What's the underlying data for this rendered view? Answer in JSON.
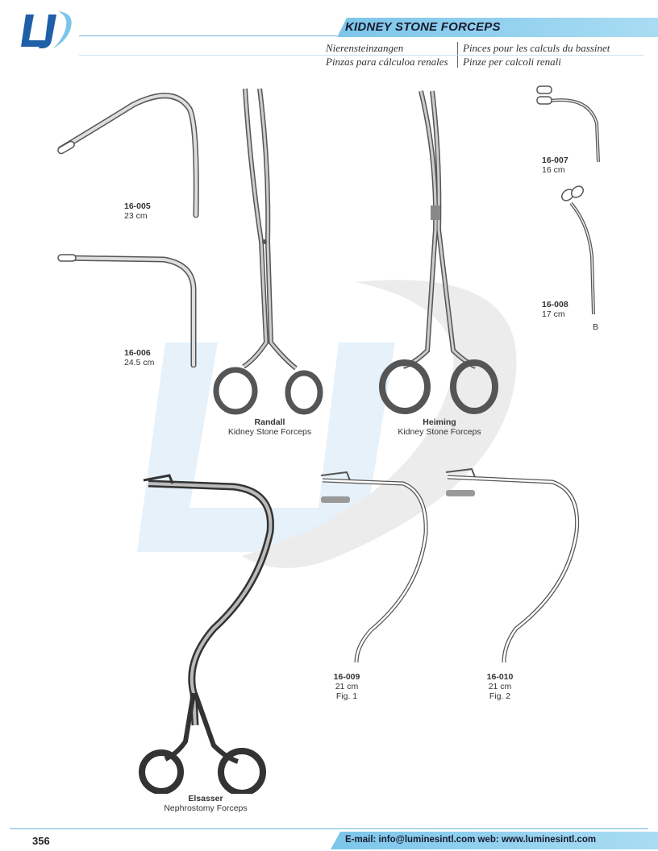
{
  "header": {
    "title": "KIDNEY STONE FORCEPS",
    "translations": {
      "german": "Nierensteinzangen",
      "french": "Pinces pour les calculs du bassinet",
      "spanish": "Pinzas para cálculoa renales",
      "italian": "Pinze per calcoli renali"
    }
  },
  "products": [
    {
      "code": "16-005",
      "size": "23 cm"
    },
    {
      "code": "16-006",
      "size": "24.5 cm"
    },
    {
      "code": "16-007",
      "size": "16 cm"
    },
    {
      "code": "16-008",
      "size": "17 cm",
      "extra": "B"
    },
    {
      "code": "16-009",
      "size": "21 cm",
      "fig": "Fig. 1"
    },
    {
      "code": "16-010",
      "size": "21 cm",
      "fig": "Fig. 2"
    }
  ],
  "named_instruments": [
    {
      "name": "Randall",
      "desc": "Kidney Stone Forceps"
    },
    {
      "name": "Heiming",
      "desc": "Kidney Stone Forceps"
    },
    {
      "name": "Elsasser",
      "desc": "Nephrostomy Forceps"
    }
  ],
  "footer": {
    "page_number": "356",
    "contact": "E-mail: info@luminesintl.com  web: www.luminesintl.com"
  },
  "colors": {
    "accent": "#7cc6ea",
    "logo_blue": "#1f5fa8",
    "watermark": "#e6f1fa"
  }
}
